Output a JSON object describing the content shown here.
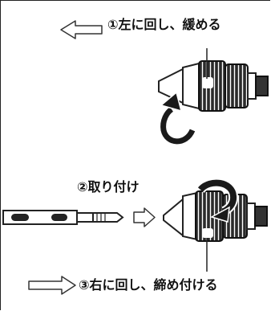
{
  "steps": {
    "step1": "①左に回し、緩める",
    "step2": "②取り付け",
    "step3": "③右に回し、締め付ける"
  },
  "colors": {
    "chuck": "#222222",
    "arrow": "#1a1a1a",
    "outline": "#333333"
  }
}
